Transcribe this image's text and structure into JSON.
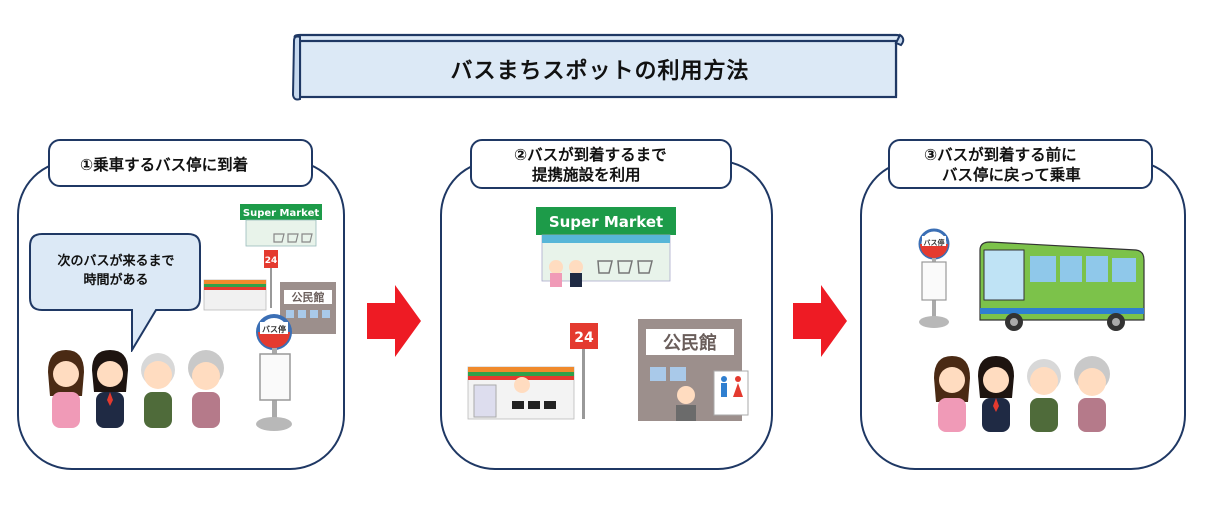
{
  "title": "バスまちスポットの利用方法",
  "steps": [
    {
      "line1": "①乗車するバス停に到着",
      "line2": ""
    },
    {
      "line1": "②バスが到着するまで",
      "line2": "提携施設を利用"
    },
    {
      "line1": "③バスが到着する前に",
      "line2": "バス停に戻って乗車"
    }
  ],
  "bubble": {
    "line1": "次のバスが来るまで",
    "line2": "時間がある"
  },
  "signs": {
    "supermarket": "Super Market",
    "convenience_number": "24",
    "community_hall": "公民館",
    "bus_stop": "バス停"
  },
  "colors": {
    "navy": "#1f3864",
    "title_fill": "#dce9f6",
    "arrow": "#ee1b24",
    "bubble_fill": "#dce9f6",
    "market_green": "#1d9b49",
    "bus_green": "#7cc24a",
    "bus_blue": "#2f7fd0"
  }
}
